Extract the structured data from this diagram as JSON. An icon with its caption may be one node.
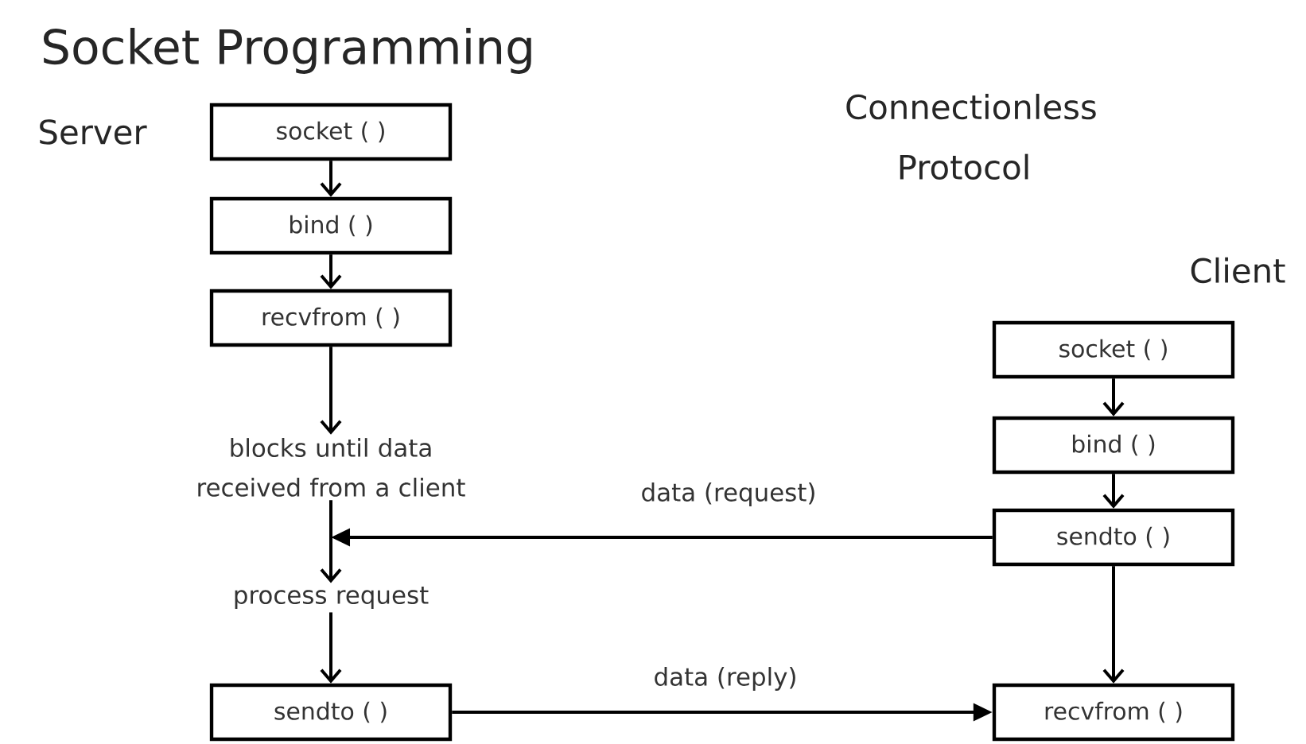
{
  "diagram": {
    "title": "Socket Programming",
    "nodes": [
      {
        "text": [
          "socket ( )"
        ]
      },
      {
        "text": [
          "bind ( )"
        ]
      },
      {
        "text": [
          "recvfrom ( )"
        ]
      },
      {
        "text": [
          "blocks until data received from a client"
        ]
      },
      {
        "text": [
          "process request"
        ]
      },
      {
        "text": [
          "sendto ( )"
        ]
      },
      {
        "text": [
          "socket ( )"
        ]
      },
      {
        "text": [
          "bind ( )"
        ]
      },
      {
        "text": [
          "sendto ( )"
        ]
      },
      {
        "text": [
          "recvfrom ( )"
        ]
      }
    ],
    "edges": [
      {
        "from": 0,
        "to": 1,
        "arrow": "to"
      },
      {
        "from": 1,
        "to": 2,
        "arrow": "to"
      },
      {
        "from": 2,
        "to": 3,
        "arrow": "to"
      },
      {
        "from": 3,
        "to": 4,
        "arrow": "to"
      },
      {
        "from": 4,
        "to": 5,
        "arrow": "to"
      },
      {
        "from": 6,
        "to": 7,
        "arrow": "to"
      },
      {
        "from": 7,
        "to": 8,
        "arrow": "to"
      },
      {
        "from": 8,
        "to": 3,
        "arrow": "to",
        "label": "data (request)"
      },
      {
        "from": 8,
        "to": 9,
        "arrow": "to"
      },
      {
        "from": 5,
        "to": 9,
        "arrow": "to",
        "label": "data (reply)"
      }
    ],
    "labels": [
      "Server",
      "Connectionless Protocol",
      "Client"
    ]
  }
}
